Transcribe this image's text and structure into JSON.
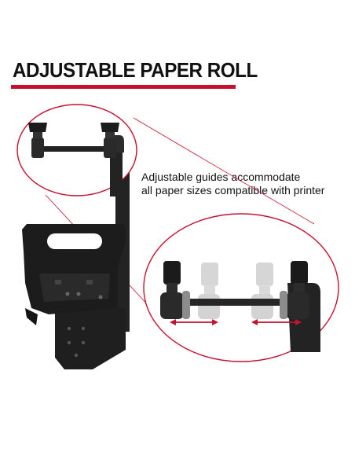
{
  "title": "ADJUSTABLE PAPER ROLL",
  "caption": {
    "line1": "Adjustable guides accommodate",
    "line2": "all paper sizes compatible with printer"
  },
  "colors": {
    "accent_red": "#c8102e",
    "product_black": "#1f1f1f",
    "ghost_gray": "#b5b5b5"
  }
}
